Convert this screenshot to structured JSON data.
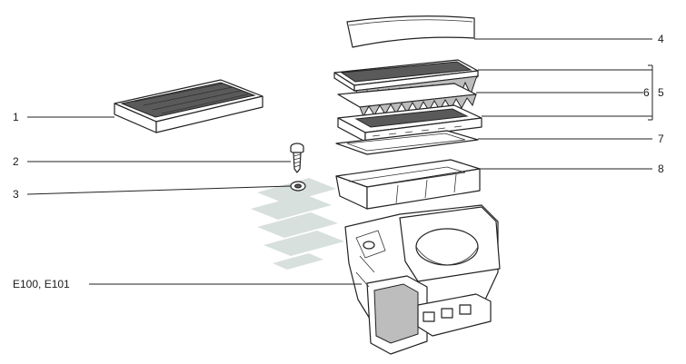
{
  "diagram": {
    "callouts": {
      "c1": "1",
      "c2": "2",
      "c3": "3",
      "c4": "4",
      "c5": "5",
      "c6": "6",
      "c7": "7",
      "c8": "8",
      "e100": "E100, E101"
    },
    "watermark_color": "#8fa89c",
    "line_color": "#222222"
  }
}
